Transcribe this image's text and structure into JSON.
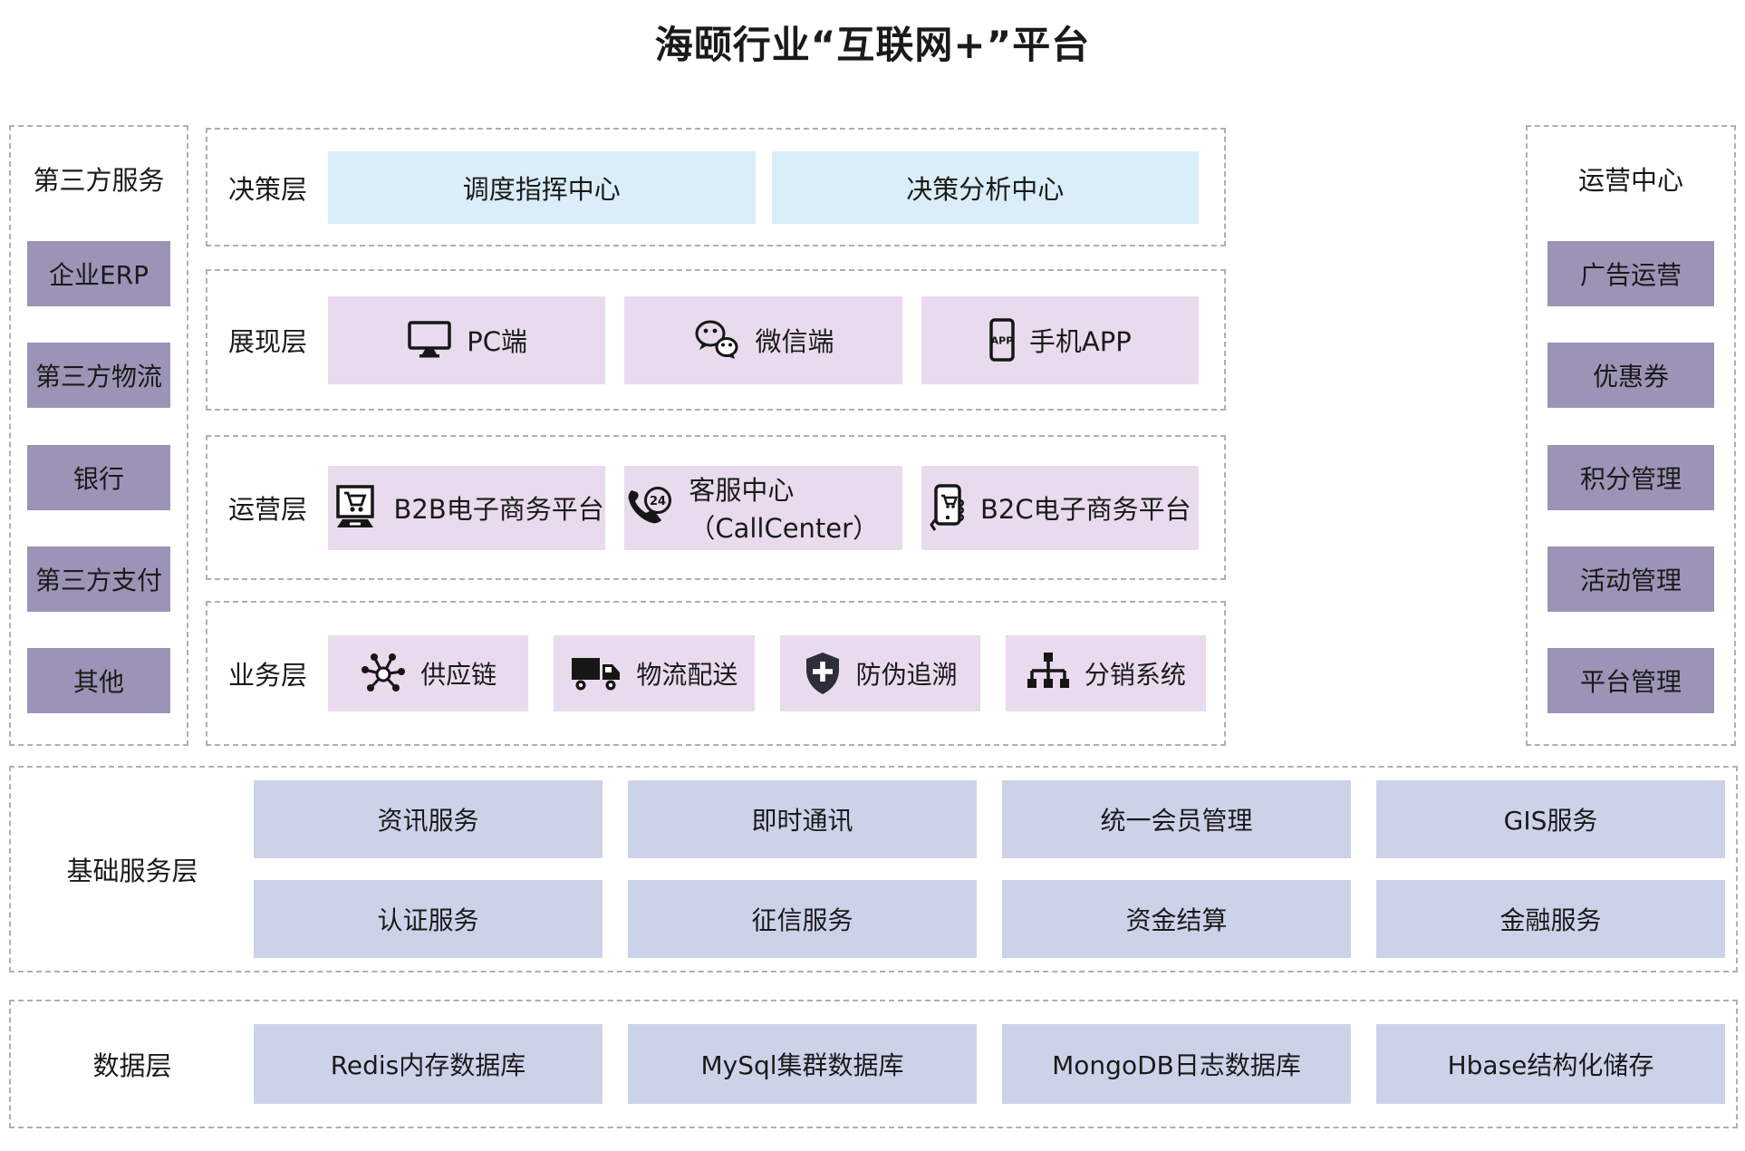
{
  "title": "海颐行业“互联网+”平台",
  "colors": {
    "sidebar_box": "#9c94b6",
    "decision_box": "#d9eef8",
    "middle_box": "#e9daee",
    "service_box": "#ccd3e9",
    "dashed_border": "#b0b0b0",
    "icon": "#161616",
    "shield_icon": "#2e2e3a"
  },
  "left_panel": {
    "title": "第三方服务",
    "items": [
      "企业ERP",
      "第三方物流",
      "银行",
      "第三方支付",
      "其他"
    ]
  },
  "right_panel": {
    "title": "运营中心",
    "items": [
      "广告运营",
      "优惠券",
      "积分管理",
      "活动管理",
      "平台管理"
    ]
  },
  "layers": {
    "decision": {
      "label": "决策层",
      "items": [
        {
          "label": "调度指挥中心"
        },
        {
          "label": "决策分析中心"
        }
      ]
    },
    "presentation": {
      "label": "展现层",
      "items": [
        {
          "label": "PC端",
          "icon": "monitor-icon"
        },
        {
          "label": "微信端",
          "icon": "wechat-icon"
        },
        {
          "label": "手机APP",
          "icon": "mobile-app-icon"
        }
      ]
    },
    "operation": {
      "label": "运营层",
      "items": [
        {
          "label": "B2B电子商务平台",
          "icon": "b2b-ecommerce-icon"
        },
        {
          "label": "客服中心（CallCenter）",
          "icon": "callcenter-24-icon"
        },
        {
          "label": "B2C电子商务平台",
          "icon": "b2c-mobile-shopping-icon"
        }
      ]
    },
    "business": {
      "label": "业务层",
      "items": [
        {
          "label": "供应链",
          "icon": "supply-chain-icon"
        },
        {
          "label": "物流配送",
          "icon": "delivery-truck-icon"
        },
        {
          "label": "防伪追溯",
          "icon": "shield-plus-icon"
        },
        {
          "label": "分销系统",
          "icon": "hierarchy-icon"
        }
      ]
    }
  },
  "base_service_layer": {
    "label": "基础服务层",
    "rows": [
      [
        "资讯服务",
        "即时通讯",
        "统一会员管理",
        "GIS服务"
      ],
      [
        "认证服务",
        "征信服务",
        "资金结算",
        "金融服务"
      ]
    ]
  },
  "data_layer": {
    "label": "数据层",
    "items": [
      "Redis内存数据库",
      "MySql集群数据库",
      "MongoDB日志数据库",
      "Hbase结构化储存"
    ]
  }
}
